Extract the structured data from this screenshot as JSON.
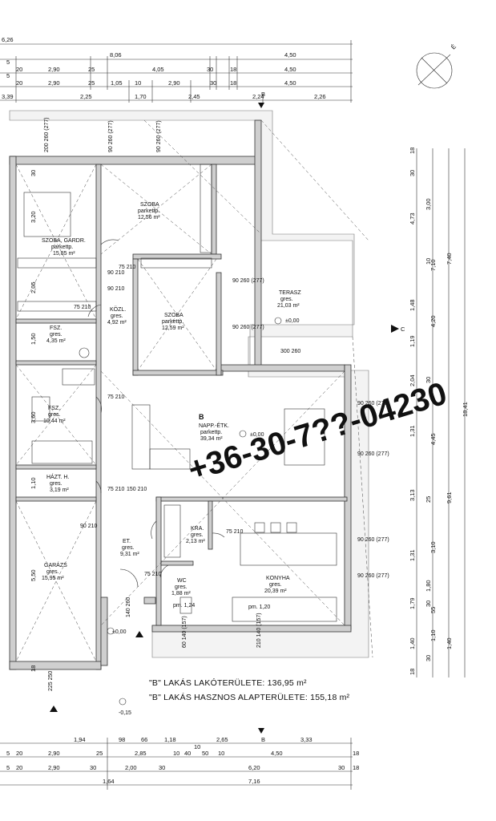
{
  "plan": {
    "unit_label": "B",
    "rooms": [
      {
        "id": "szoba-gardr",
        "name": "SZOBA, GARDR.",
        "floor": "parkettp.",
        "area": "15,85 m²"
      },
      {
        "id": "szoba-1",
        "name": "SZOBA",
        "floor": "parkettp.",
        "area": "12,56 m²"
      },
      {
        "id": "szoba-2",
        "name": "SZOBA",
        "floor": "parkettp.",
        "area": "12,59 m²"
      },
      {
        "id": "terasz",
        "name": "TERASZ",
        "floor": "gres.",
        "area": "21,03 m²"
      },
      {
        "id": "kozl",
        "name": "KÖZL.",
        "floor": "gres.",
        "area": "4,92 m²"
      },
      {
        "id": "fsz-1",
        "name": "FSZ.",
        "floor": "gres.",
        "area": "4,35 m²"
      },
      {
        "id": "fsz-2",
        "name": "FSZ.",
        "floor": "gres.",
        "area": "10,44 m²"
      },
      {
        "id": "nappali",
        "name": "NAPP.-ÉTK.",
        "floor": "parkettp.",
        "area": "39,34 m²"
      },
      {
        "id": "hazt",
        "name": "HÁZT. H.",
        "floor": "gres.",
        "area": "3,19 m²"
      },
      {
        "id": "et",
        "name": "ET.",
        "floor": "gres.",
        "area": "9,31 m²"
      },
      {
        "id": "kra",
        "name": "KRA.",
        "floor": "gres.",
        "area": "2,13 m²"
      },
      {
        "id": "konyha",
        "name": "KONYHA",
        "floor": "gres.",
        "area": "20,39 m²"
      },
      {
        "id": "wc",
        "name": "WC",
        "floor": "gres.",
        "area": "1,88 m²"
      },
      {
        "id": "garazs",
        "name": "GARÁZS",
        "floor": "gres.",
        "area": "15,95 m²"
      }
    ],
    "levels": {
      "terasz": "±0,00",
      "nappali": "±0,00",
      "entry": "±0,00",
      "outside": "-0,15"
    },
    "parapet": {
      "wc": "pm. 1,24",
      "konyha": "pm. 1,20"
    },
    "section_marks": {
      "b_top": "B",
      "b_bottom": "B",
      "c": "C"
    },
    "north_label": "É",
    "top_dims": {
      "row0": [
        "6,26"
      ],
      "row1": [
        "8,06",
        "4,50"
      ],
      "row2": [
        "5",
        "20",
        "2,90",
        "25",
        "4,05",
        "30",
        "18",
        "4,50"
      ],
      "row3": [
        "5",
        "20",
        "2,90",
        "25",
        "1,05",
        "10",
        "2,90",
        "30",
        "18",
        "4,50"
      ],
      "row4": [
        "3,39",
        "2,25",
        "1,70",
        "2,45",
        "2,24",
        "2,26"
      ]
    },
    "bottom_dims": {
      "row1": [
        "1,94",
        "98",
        "66",
        "1,18",
        "2,65",
        "3,33"
      ],
      "row2": [
        "10"
      ],
      "row3": [
        "5",
        "20",
        "2,90",
        "25",
        "2,85",
        "10",
        "40",
        "50",
        "10",
        "4,50",
        "18"
      ],
      "row4": [
        "5",
        "20",
        "2,90",
        "30",
        "2,00",
        "30",
        "6,20",
        "30",
        "18"
      ],
      "row5": [
        "1,64",
        "7,16"
      ]
    },
    "right_dims": {
      "col1": [
        "18",
        "30",
        "4,73",
        "3,00",
        "10",
        "1,48",
        "1,19",
        "2,04",
        "30",
        "1,31",
        "3,13",
        "25",
        "1,31",
        "1,80",
        "30",
        "1,40",
        "30",
        "18"
      ],
      "col2": [
        "7,10",
        "4,20",
        "4,45",
        "3,10",
        "1,79",
        "55",
        "1,10"
      ],
      "col3": [
        "7,40",
        "9,61",
        "1,40"
      ],
      "col4": [
        "18,41"
      ]
    },
    "openings": {
      "o1": "200 260 (277)",
      "o2": "90 260 (277)",
      "o3": "90 260 (277)",
      "o4": "90 260 (277)",
      "o5": "90 260 (277)",
      "o6": "300 260",
      "o7": "90 260 (277)",
      "o8": "90 260 (277)",
      "o9": "90 260 (277)",
      "o10": "90 260 (277)",
      "d1": "90 210",
      "d2": "90 210",
      "d3": "75 210",
      "d4": "75 210",
      "d5": "75 210",
      "d6": "75 210",
      "d7": "90 210",
      "d8": "150 210",
      "d9": "75 210",
      "d10": "75 210",
      "d11": "140 260",
      "w1": "60 140 (157)",
      "w2": "210 140 (157)",
      "g1": "225 250"
    },
    "vertical_left": [
      "3,20",
      "2,05",
      "1,50",
      "3,60",
      "1,10",
      "5,50",
      "30",
      "18"
    ]
  },
  "summary": {
    "lakoterulet": "\"B\" LAKÁS LAKÓTERÜLETE: 136,95 m²",
    "hasznos": "\"B\" LAKÁS HASZNOS ALAPTERÜLETE: 155,18 m²"
  },
  "watermark": "+36-30-7??-04230"
}
